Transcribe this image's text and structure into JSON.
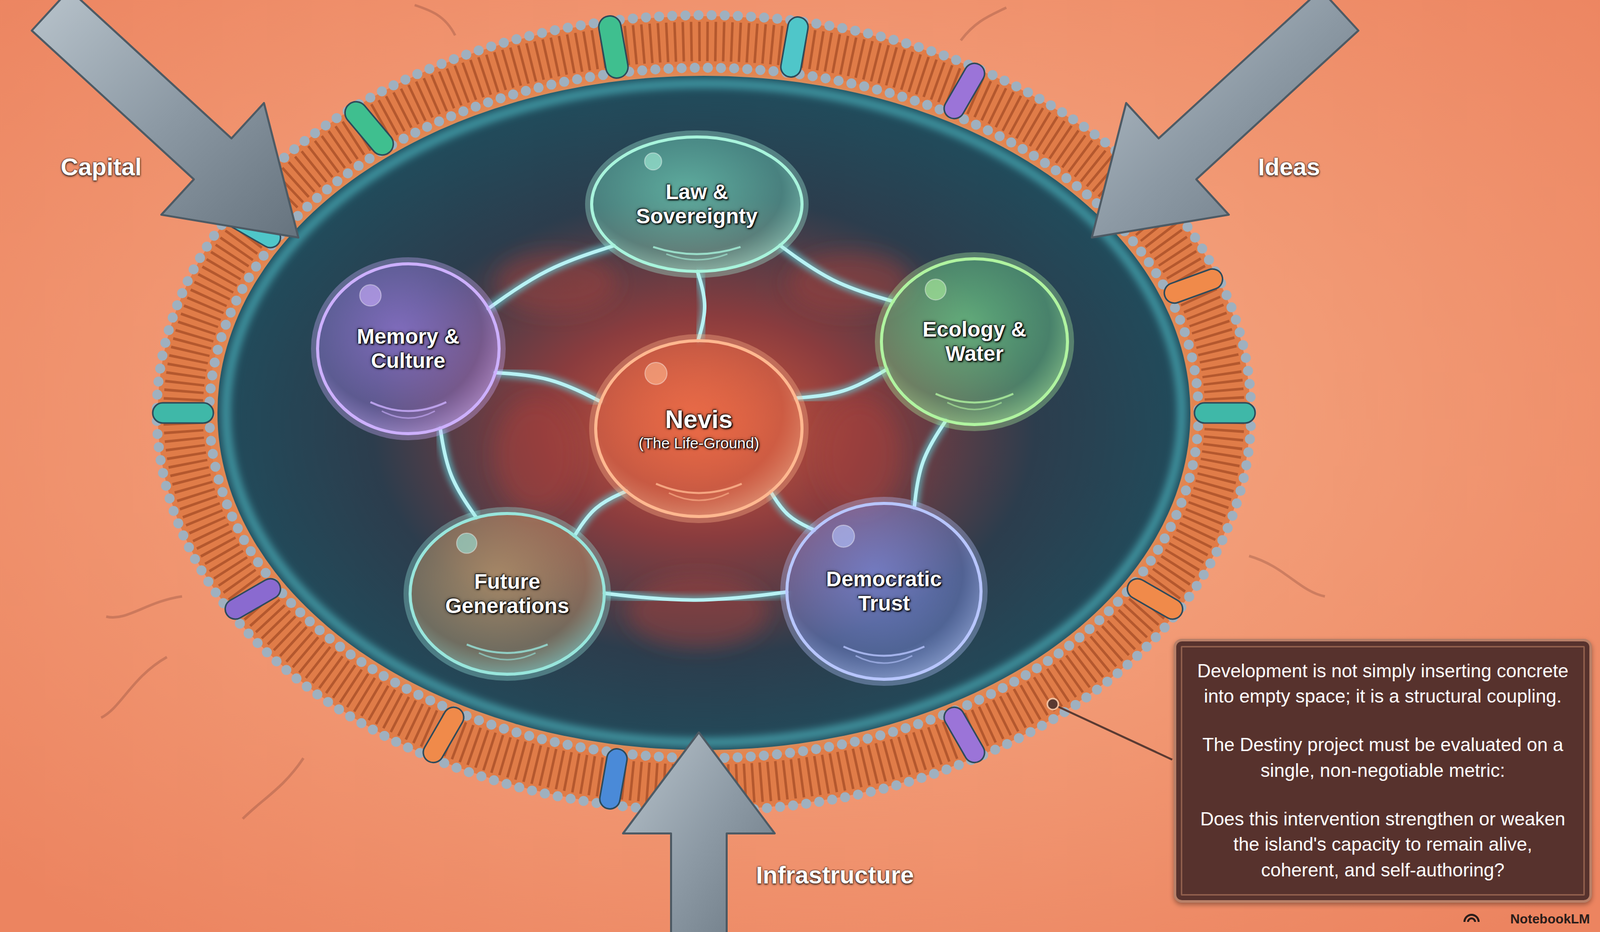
{
  "diagram": {
    "nodes": [
      {
        "text": [
          "Law & Sovereignty"
        ]
      },
      {
        "text": [
          "Memory & Culture"
        ]
      },
      {
        "text": [
          "Ecology & Water"
        ]
      },
      {
        "text": [
          "Nevis",
          "(The Life-Ground)"
        ]
      },
      {
        "text": [
          "Future Generations"
        ]
      },
      {
        "text": [
          "Democratic Trust"
        ]
      },
      {
        "text": [
          "Development is not simply inserting concrete into empty space; it is a structural coupling.",
          "The Destiny project must be evaluated on a single, non-negotiable metric:",
          "Does this intervention strengthen or weaken the island's capacity to remain alive, coherent, and self-authoring?"
        ]
      }
    ],
    "edges": [
      {
        "from": 3,
        "to": 0,
        "arrow": "none"
      },
      {
        "from": 3,
        "to": 1,
        "arrow": "none"
      },
      {
        "from": 3,
        "to": 2,
        "arrow": "none"
      },
      {
        "from": 3,
        "to": 4,
        "arrow": "none"
      },
      {
        "from": 3,
        "to": 5,
        "arrow": "none"
      },
      {
        "from": 0,
        "to": 1,
        "arrow": "none"
      },
      {
        "from": 0,
        "to": 2,
        "arrow": "none"
      },
      {
        "from": 1,
        "to": 4,
        "arrow": "none"
      },
      {
        "from": 2,
        "to": 5,
        "arrow": "none"
      },
      {
        "from": 4,
        "to": 5,
        "arrow": "none"
      }
    ],
    "labels": [
      "Capital",
      "Ideas",
      "Infrastructure",
      "NotebookLM"
    ]
  }
}
